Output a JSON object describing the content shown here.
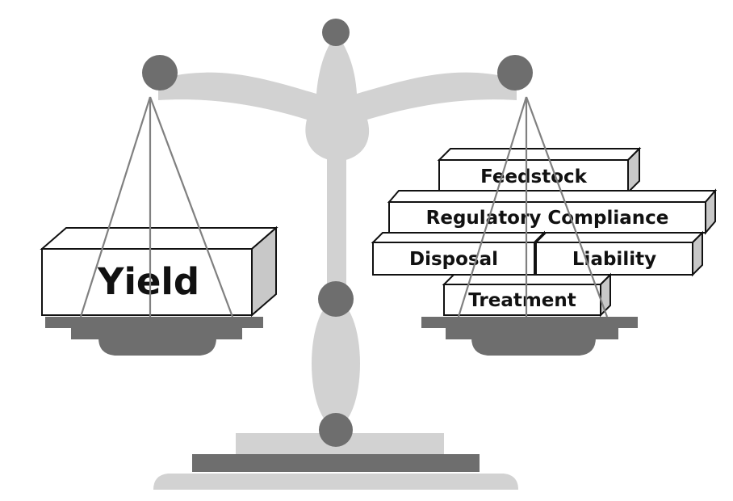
{
  "diagram": {
    "left_pan": {
      "boxes": [
        {
          "label": "Yield"
        }
      ]
    },
    "right_pan": {
      "boxes": [
        {
          "label": "Feedstock"
        },
        {
          "label": "Regulatory Compliance"
        },
        {
          "label": "Disposal"
        },
        {
          "label": "Liability"
        },
        {
          "label": "Treatment"
        }
      ]
    }
  },
  "colors": {
    "beam": "#d2d2d2",
    "knob": "#6e6e6e",
    "pan": "#6e6e6e",
    "base_light": "#d2d2d2",
    "base_dark": "#6e6e6e",
    "string": "#808080",
    "box_face": "#ffffff",
    "box_side": "#c8c8c8",
    "outline": "#111111"
  }
}
